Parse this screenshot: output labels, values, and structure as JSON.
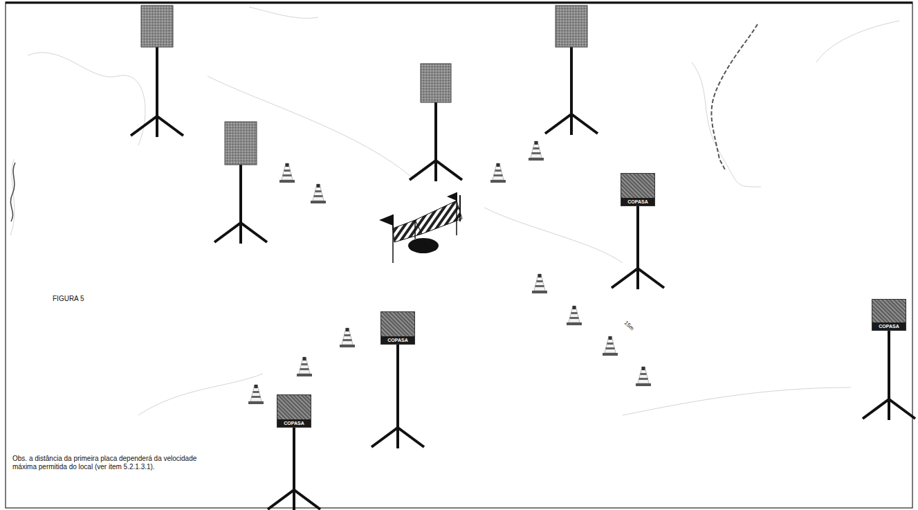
{
  "diagram": {
    "nodes": [
      {
        "text": [
          "COPASA"
        ]
      },
      {
        "text": [
          "COPASA"
        ]
      },
      {
        "text": [
          "COPASA"
        ]
      },
      {
        "text": [
          "COPASA"
        ]
      }
    ],
    "labels": [
      "FIGURA 5",
      "15m",
      "Obs. a distância da primeira placa dependerá da velocidade máxima permitida do local (ver item 5.2.1.3.1)."
    ]
  }
}
